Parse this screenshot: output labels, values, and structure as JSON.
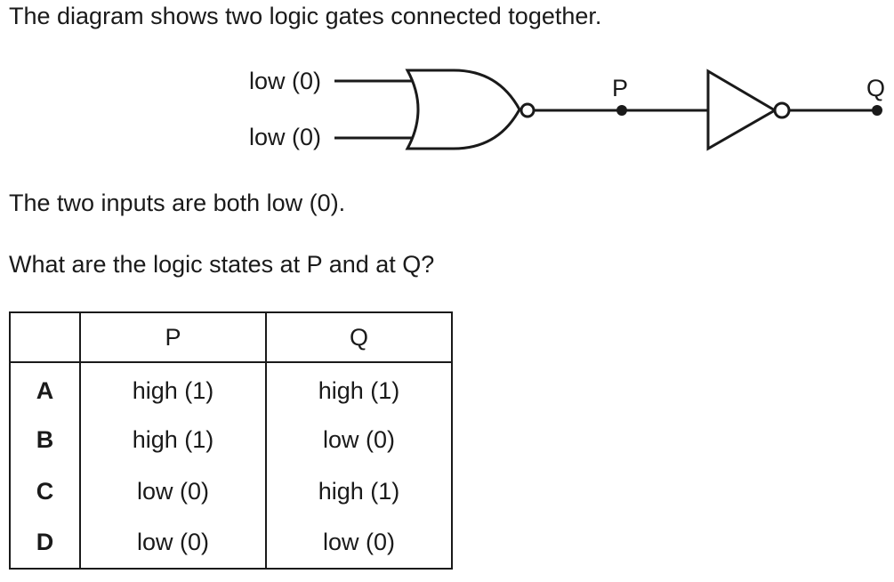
{
  "intro_text": "The diagram shows two logic gates connected together.",
  "diagram": {
    "input_a_label": "low (0)",
    "input_b_label": "low (0)",
    "node_p_label": "P",
    "node_q_label": "Q"
  },
  "statement_text": "The two inputs are both low (0).",
  "question_text": "What are the logic states at P and at Q?",
  "table": {
    "headers": [
      "",
      "P",
      "Q"
    ],
    "rows": [
      {
        "key": "A",
        "p": "high (1)",
        "q": "high (1)"
      },
      {
        "key": "B",
        "p": "high (1)",
        "q": "low (0)"
      },
      {
        "key": "C",
        "p": "low (0)",
        "q": "high (1)"
      },
      {
        "key": "D",
        "p": "low (0)",
        "q": "low (0)"
      }
    ]
  }
}
